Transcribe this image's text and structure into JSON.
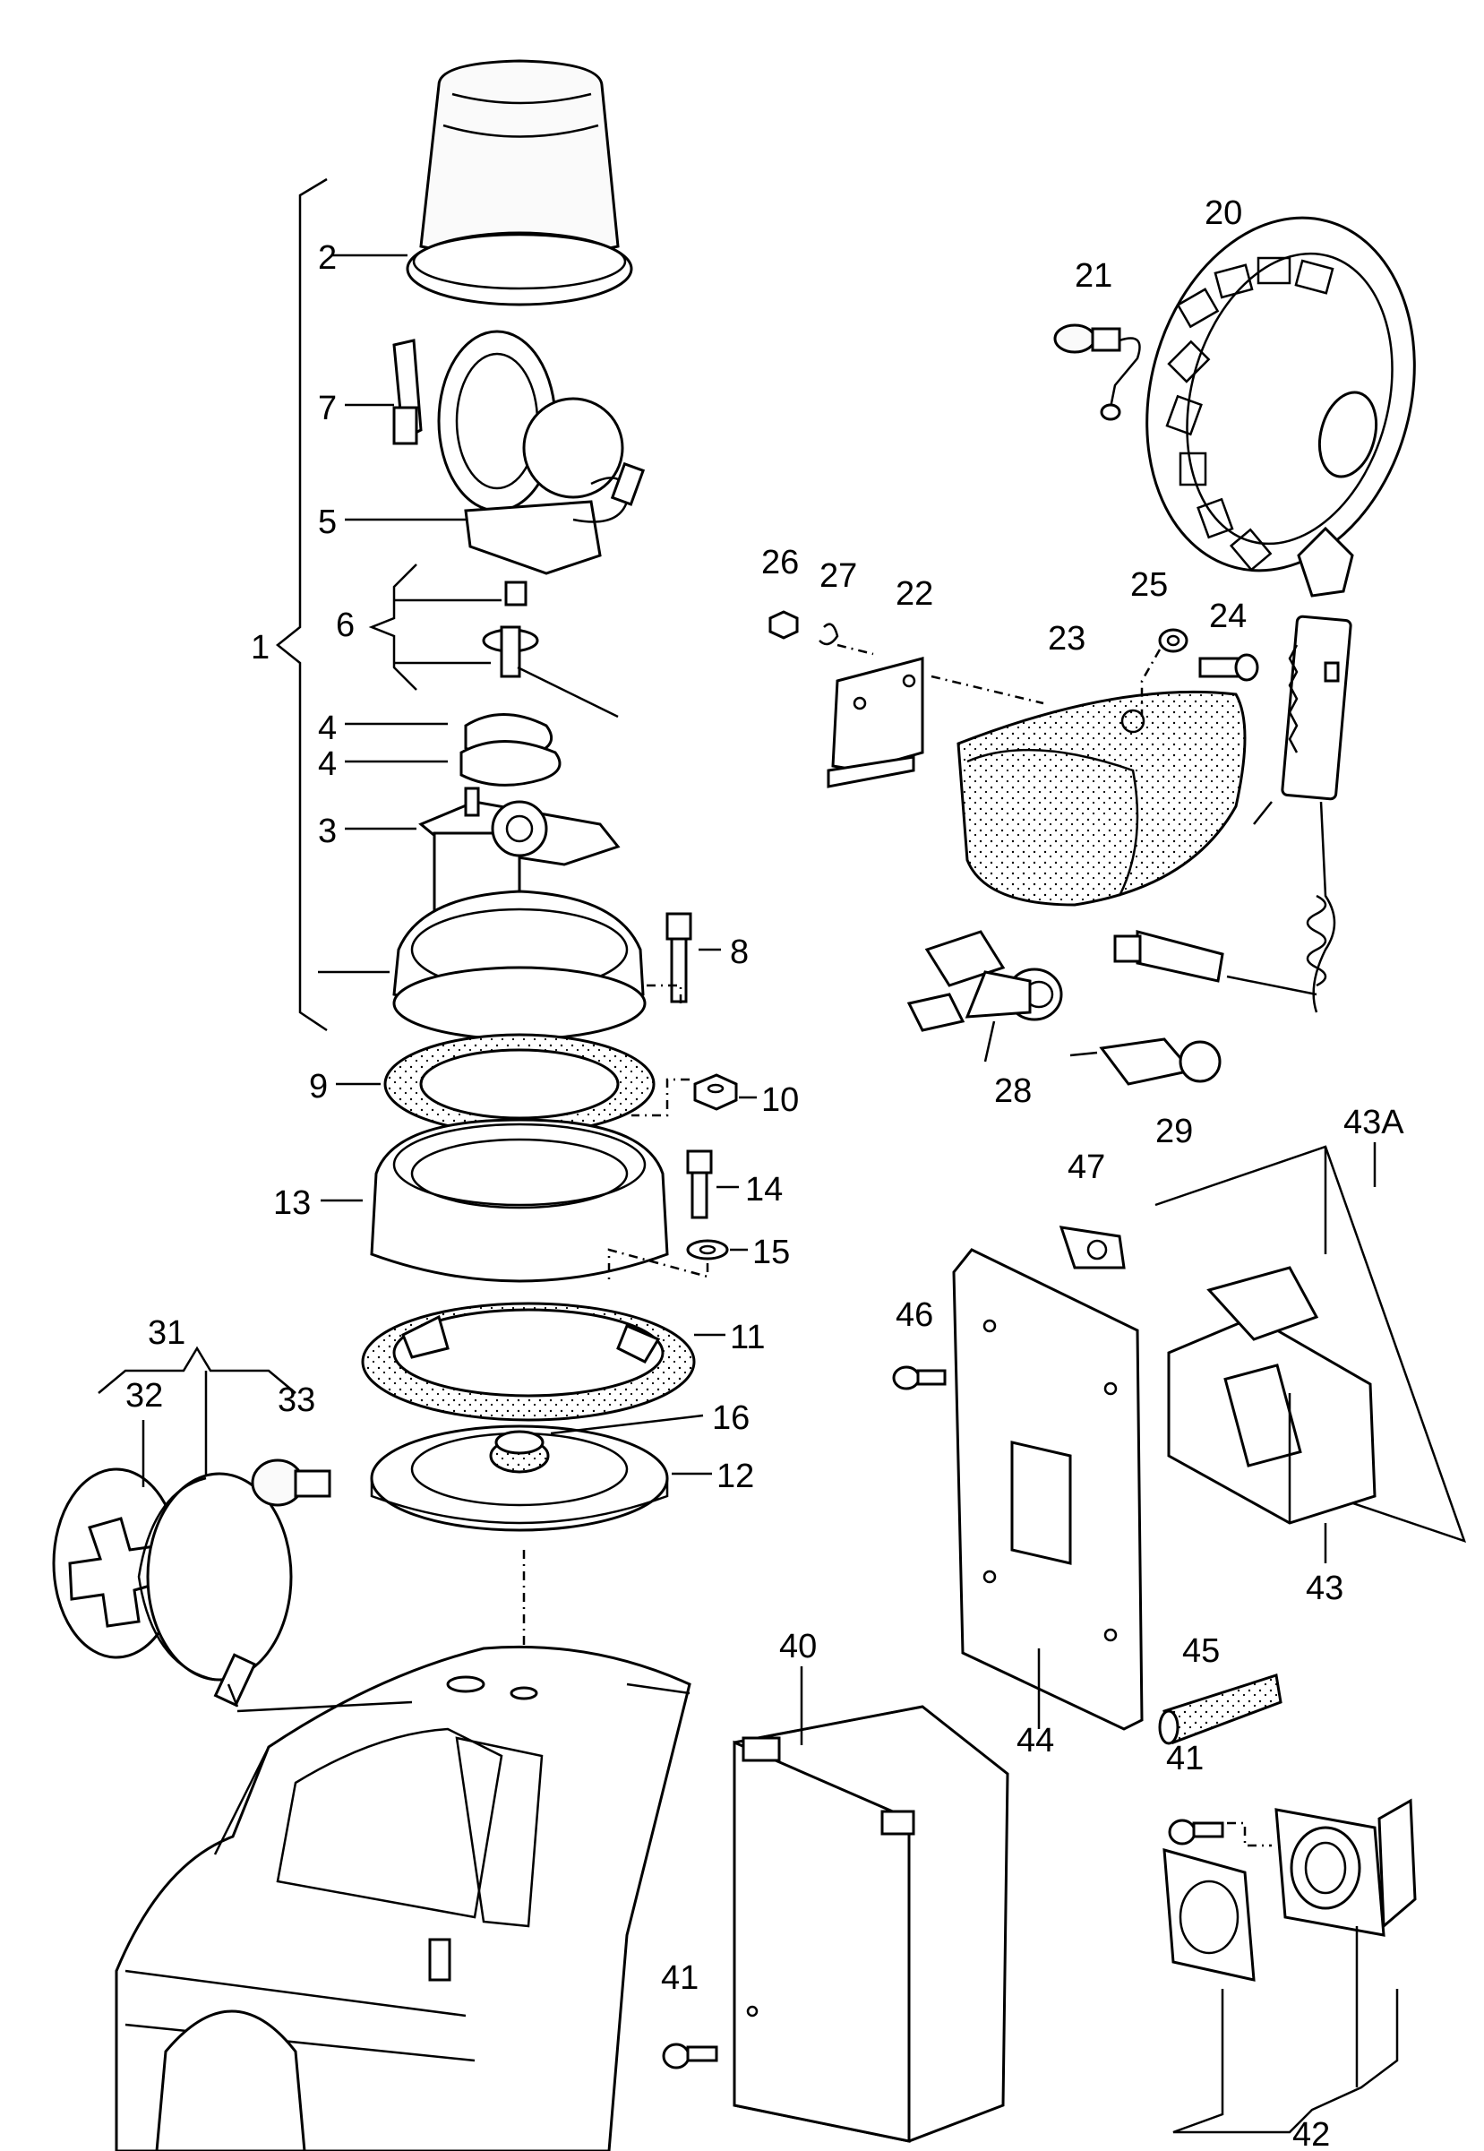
{
  "callouts": [
    {
      "id": "c1",
      "text": "1"
    },
    {
      "id": "c2",
      "text": "2"
    },
    {
      "id": "c3",
      "text": "3"
    },
    {
      "id": "c4a",
      "text": "4"
    },
    {
      "id": "c4b",
      "text": "4"
    },
    {
      "id": "c5",
      "text": "5"
    },
    {
      "id": "c6",
      "text": "6"
    },
    {
      "id": "c7",
      "text": "7"
    },
    {
      "id": "c8",
      "text": "8"
    },
    {
      "id": "c9",
      "text": "9"
    },
    {
      "id": "c10",
      "text": "10"
    },
    {
      "id": "c11",
      "text": "11"
    },
    {
      "id": "c12",
      "text": "12"
    },
    {
      "id": "c13",
      "text": "13"
    },
    {
      "id": "c14",
      "text": "14"
    },
    {
      "id": "c15",
      "text": "15"
    },
    {
      "id": "c16",
      "text": "16"
    },
    {
      "id": "c20",
      "text": "20"
    },
    {
      "id": "c21",
      "text": "21"
    },
    {
      "id": "c22",
      "text": "22"
    },
    {
      "id": "c23",
      "text": "23"
    },
    {
      "id": "c24",
      "text": "24"
    },
    {
      "id": "c25",
      "text": "25"
    },
    {
      "id": "c26",
      "text": "26"
    },
    {
      "id": "c27",
      "text": "27"
    },
    {
      "id": "c28",
      "text": "28"
    },
    {
      "id": "c29",
      "text": "29"
    },
    {
      "id": "c31",
      "text": "31"
    },
    {
      "id": "c32",
      "text": "32"
    },
    {
      "id": "c33",
      "text": "33"
    },
    {
      "id": "c40",
      "text": "40"
    },
    {
      "id": "c41a",
      "text": "41"
    },
    {
      "id": "c41b",
      "text": "41"
    },
    {
      "id": "c42",
      "text": "42"
    },
    {
      "id": "c43",
      "text": "43"
    },
    {
      "id": "c43A",
      "text": "43A"
    },
    {
      "id": "c44",
      "text": "44"
    },
    {
      "id": "c45",
      "text": "45"
    },
    {
      "id": "c46",
      "text": "46"
    },
    {
      "id": "c47",
      "text": "47"
    }
  ]
}
